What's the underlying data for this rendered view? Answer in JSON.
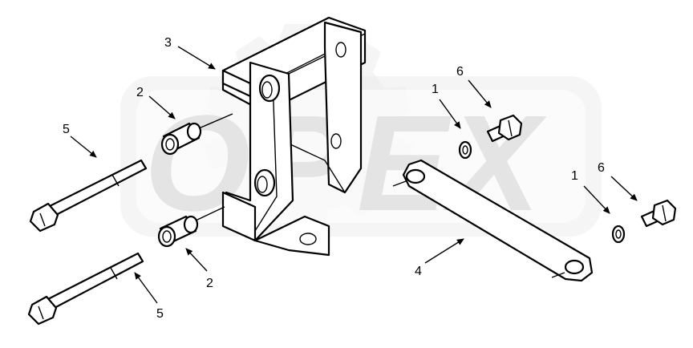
{
  "diagram": {
    "callouts": {
      "c1a": "1",
      "c1b": "1",
      "c2a": "2",
      "c2b": "2",
      "c3": "3",
      "c4": "4",
      "c5a": "5",
      "c5b": "5",
      "c6a": "6",
      "c6b": "6"
    },
    "watermark": {
      "letters": [
        "O",
        "P",
        "E",
        "X"
      ]
    },
    "colors": {
      "line": "#000000",
      "watermark": "#ececec",
      "background": "#ffffff"
    }
  }
}
